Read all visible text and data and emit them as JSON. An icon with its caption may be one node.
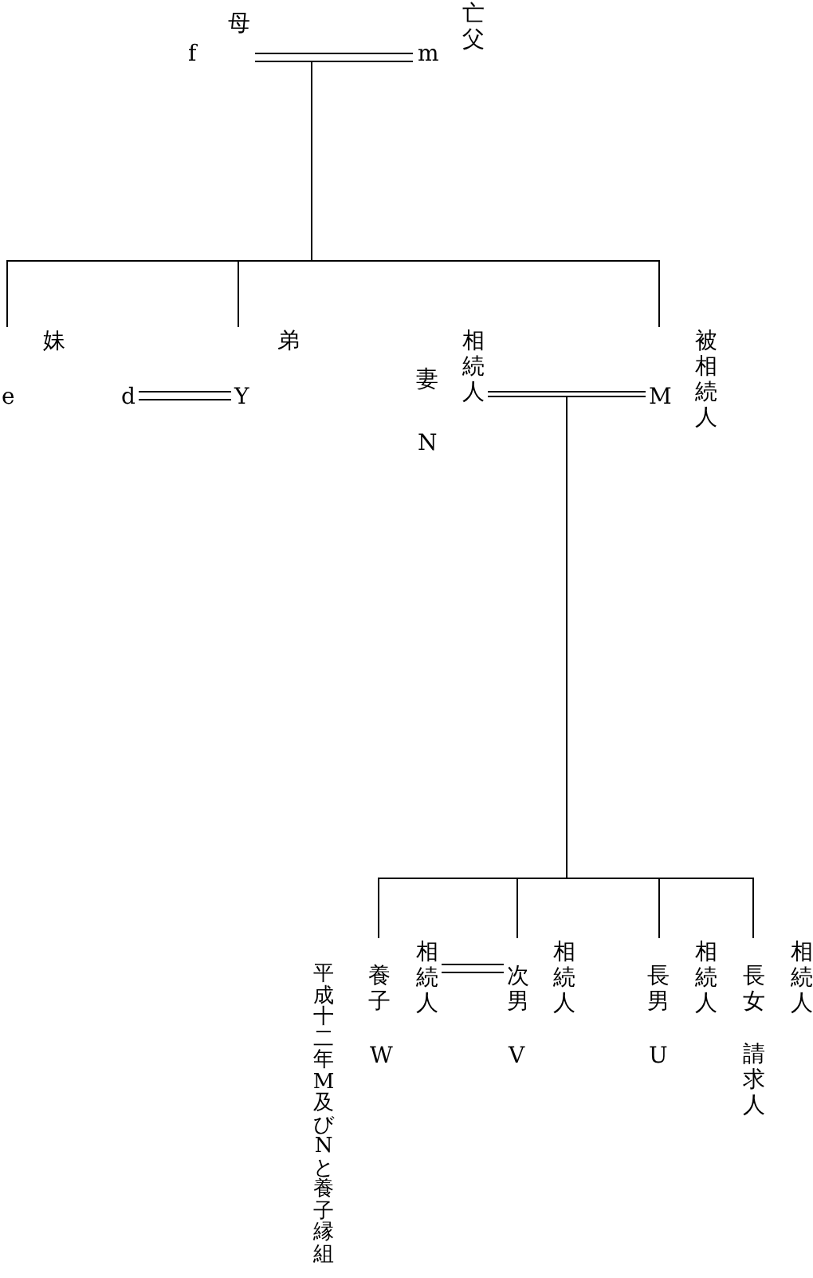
{
  "diagram": {
    "nodes": [
      {
        "text": [
          "母",
          "f"
        ]
      },
      {
        "text": [
          "亡父",
          "m"
        ]
      },
      {
        "text": [
          "妹",
          "e"
        ]
      },
      {
        "text": [
          "d"
        ]
      },
      {
        "text": [
          "弟",
          "Y"
        ]
      },
      {
        "text": [
          "妻",
          "N",
          "相続人"
        ]
      },
      {
        "text": [
          "M",
          "被相続人"
        ]
      },
      {
        "text": [
          "養子",
          "W",
          "相続人"
        ],
        "beside": [
          "平成十二年M及びNと養子縁組"
        ]
      },
      {
        "text": [
          "次男",
          "V",
          "相続人"
        ]
      },
      {
        "text": [
          "長男",
          "U",
          "相続人"
        ]
      },
      {
        "text": [
          "長女",
          "請求人",
          "相続人"
        ]
      }
    ],
    "edges": [
      {
        "from": 0,
        "to": 1,
        "arrow": "none"
      },
      {
        "from": 0,
        "to": 2,
        "arrow": "none"
      },
      {
        "from": 1,
        "to": 2,
        "arrow": "none"
      },
      {
        "from": 0,
        "to": 4,
        "arrow": "none"
      },
      {
        "from": 1,
        "to": 4,
        "arrow": "none"
      },
      {
        "from": 0,
        "to": 6,
        "arrow": "none"
      },
      {
        "from": 1,
        "to": 6,
        "arrow": "none"
      },
      {
        "from": 3,
        "to": 4,
        "arrow": "none"
      },
      {
        "from": 5,
        "to": 6,
        "arrow": "none"
      },
      {
        "from": 5,
        "to": 7,
        "arrow": "none"
      },
      {
        "from": 6,
        "to": 7,
        "arrow": "none"
      },
      {
        "from": 5,
        "to": 8,
        "arrow": "none"
      },
      {
        "from": 6,
        "to": 8,
        "arrow": "none"
      },
      {
        "from": 5,
        "to": 9,
        "arrow": "none"
      },
      {
        "from": 6,
        "to": 9,
        "arrow": "none"
      },
      {
        "from": 5,
        "to": 10,
        "arrow": "none"
      },
      {
        "from": 6,
        "to": 10,
        "arrow": "none"
      },
      {
        "from": 7,
        "to": 8,
        "arrow": "none"
      }
    ]
  }
}
